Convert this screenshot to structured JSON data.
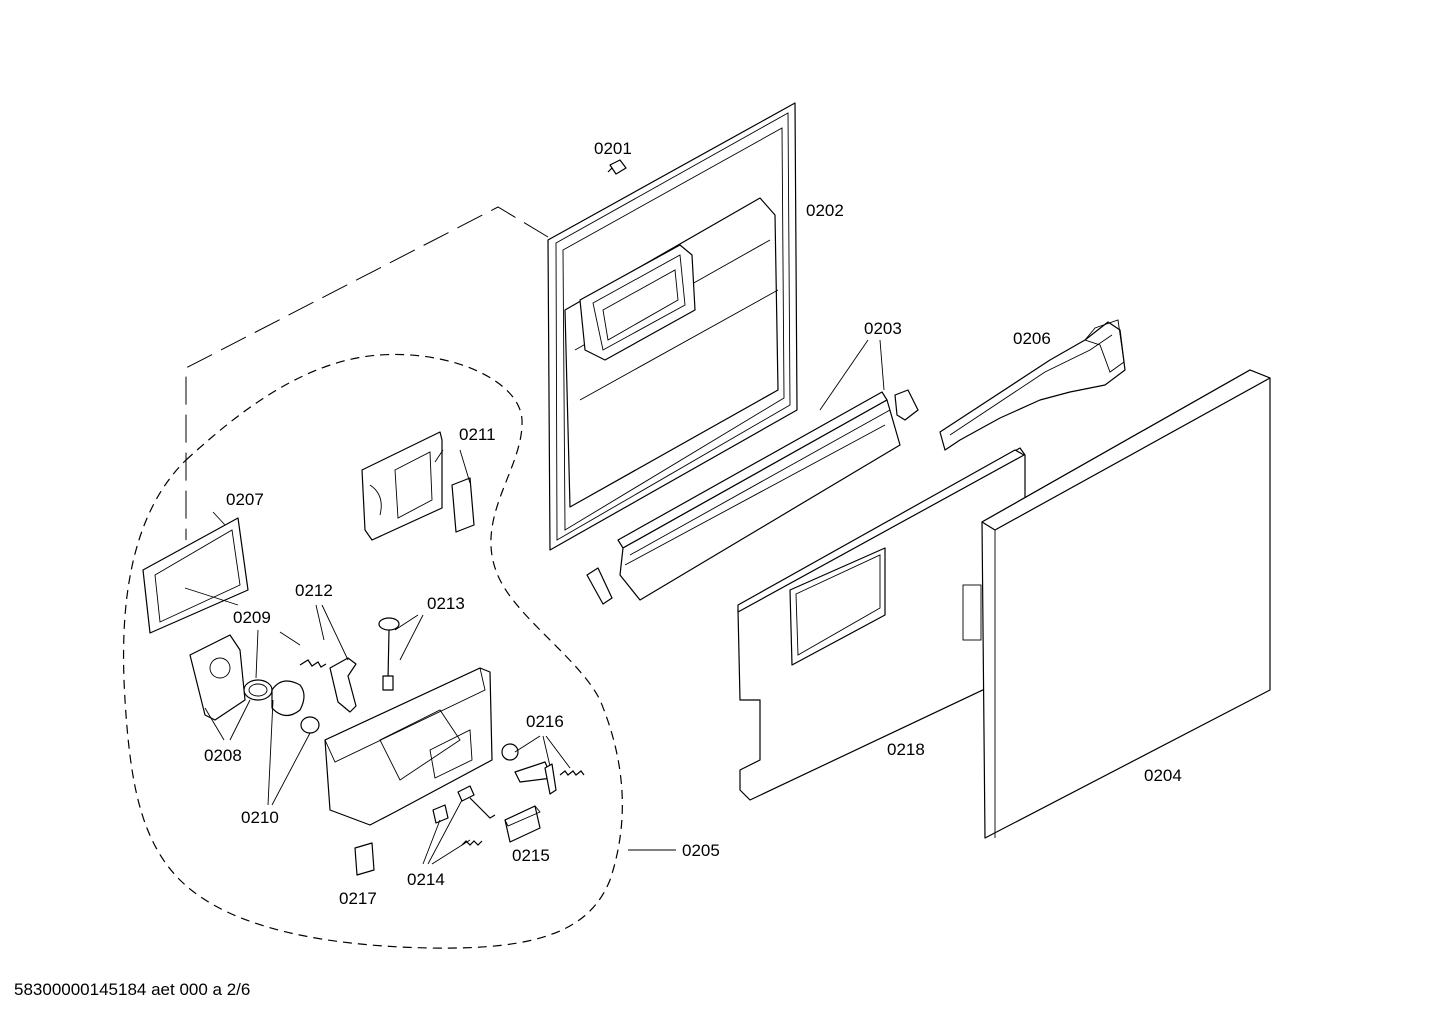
{
  "labels": {
    "p0201": "0201",
    "p0202": "0202",
    "p0203": "0203",
    "p0204": "0204",
    "p0205": "0205",
    "p0206": "0206",
    "p0207": "0207",
    "p0208": "0208",
    "p0209": "0209",
    "p0210": "0210",
    "p0211": "0211",
    "p0212": "0212",
    "p0213": "0213",
    "p0214": "0214",
    "p0215": "0215",
    "p0216": "0216",
    "p0217": "0217",
    "p0218": "0218"
  },
  "footer": "58300000145184 aet 000 a 2/6"
}
